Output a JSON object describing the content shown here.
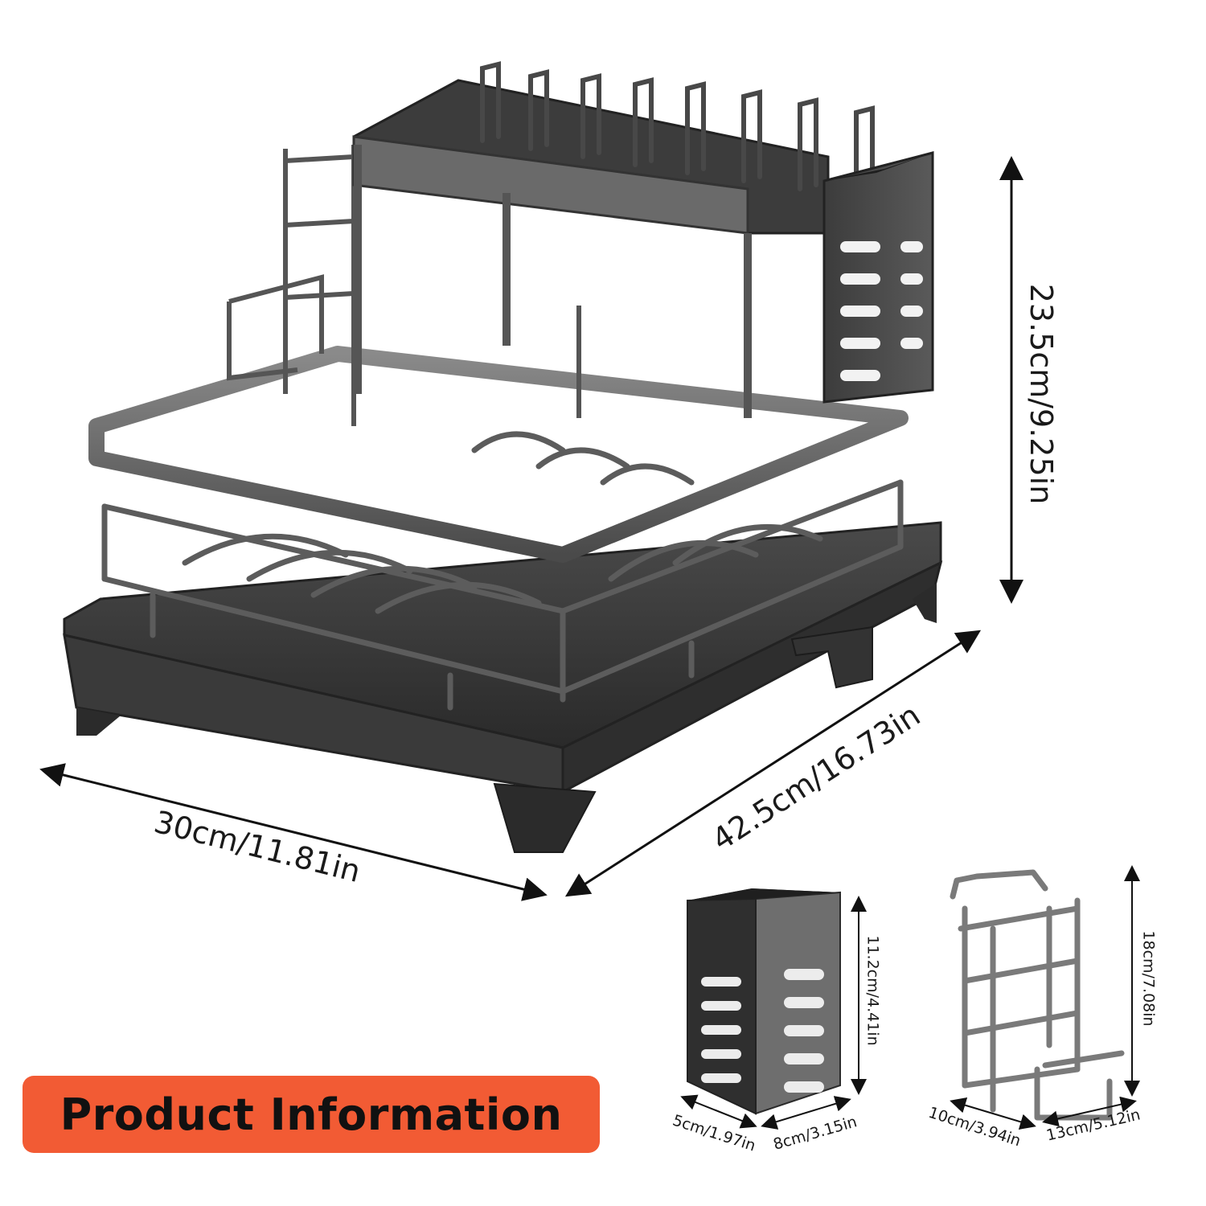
{
  "banner": {
    "title": "Product Information"
  },
  "main_rack": {
    "height_label": "23.5cm/9.25in",
    "depth_label": "42.5cm/16.73in",
    "width_label": "30cm/11.81in"
  },
  "utensil_holder": {
    "height_label": "11.2cm/4.41in",
    "width_label": "5cm/1.97in",
    "depth_label": "8cm/3.15in"
  },
  "side_holder": {
    "height_label": "18cm/7.08in",
    "width_label": "10cm/3.94in",
    "depth_label": "13cm/5.12in"
  },
  "colors": {
    "banner": "#f25b34",
    "metal_dark": "#3a3a3a",
    "metal_mid": "#6b6b6b",
    "metal_light": "#a8a8a8"
  }
}
